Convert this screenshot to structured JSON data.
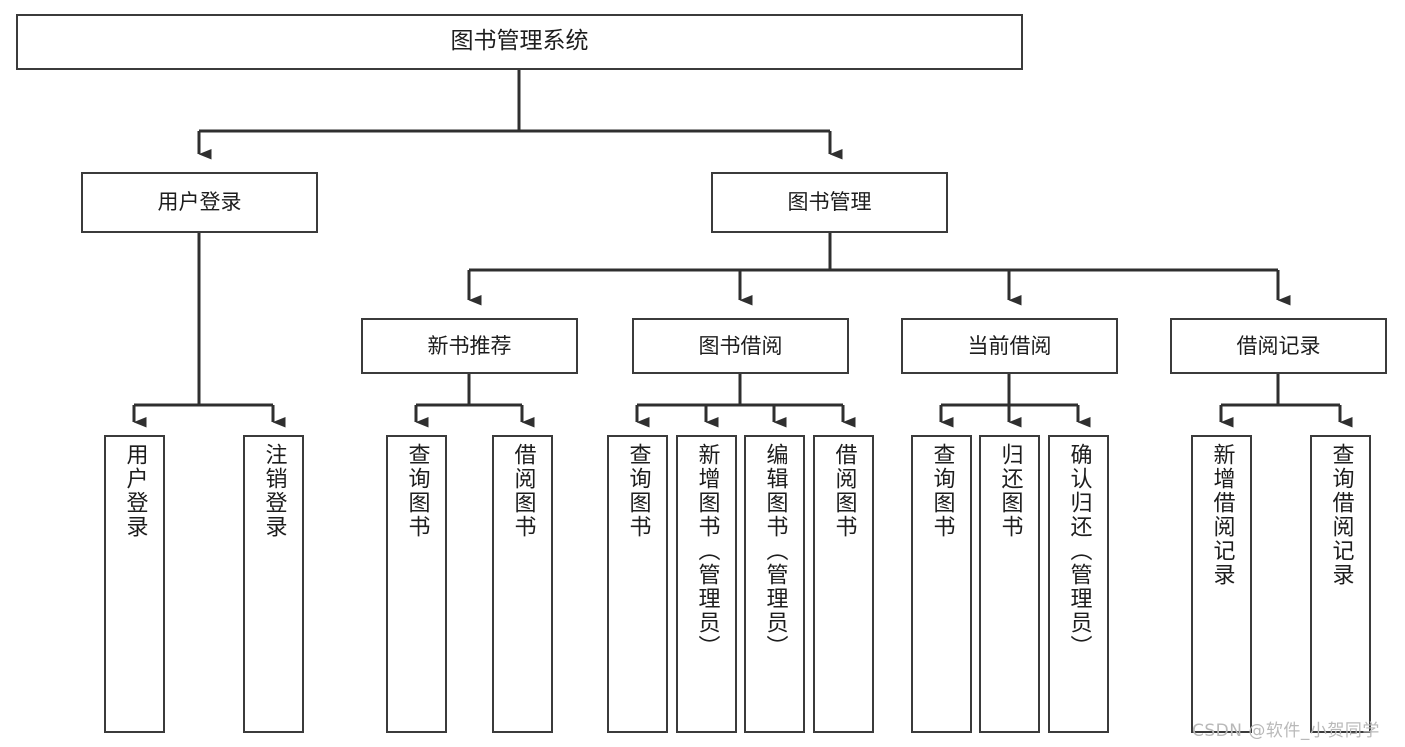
{
  "diagram": {
    "title": "图书管理系统",
    "type": "tree",
    "root": {
      "label": "图书管理系统"
    },
    "level1": [
      {
        "label": "用户登录"
      },
      {
        "label": "图书管理"
      }
    ],
    "level2": [
      {
        "label": "新书推荐"
      },
      {
        "label": "图书借阅"
      },
      {
        "label": "当前借阅"
      },
      {
        "label": "借阅记录"
      }
    ],
    "leaves": {
      "user_login": [
        {
          "label": "用户登录"
        },
        {
          "label": "注销登录"
        }
      ],
      "new_book_recommend": [
        {
          "label": "查询图书"
        },
        {
          "label": "借阅图书"
        }
      ],
      "book_borrow": [
        {
          "label": "查询图书"
        },
        {
          "label": "新增图书（管理员）"
        },
        {
          "label": "编辑图书（管理员）"
        },
        {
          "label": "借阅图书"
        }
      ],
      "current_borrow": [
        {
          "label": "查询图书"
        },
        {
          "label": "归还图书"
        },
        {
          "label": "确认归还（管理员）"
        }
      ],
      "borrow_records": [
        {
          "label": "新增借阅记录"
        },
        {
          "label": "查询借阅记录"
        }
      ]
    }
  },
  "watermark": {
    "text": "CSDN @软件_小贺同学"
  },
  "colors": {
    "border": "#3b3b3b",
    "text": "#1d1d1d",
    "background": "#ffffff",
    "watermark": "#b9b9b9"
  }
}
